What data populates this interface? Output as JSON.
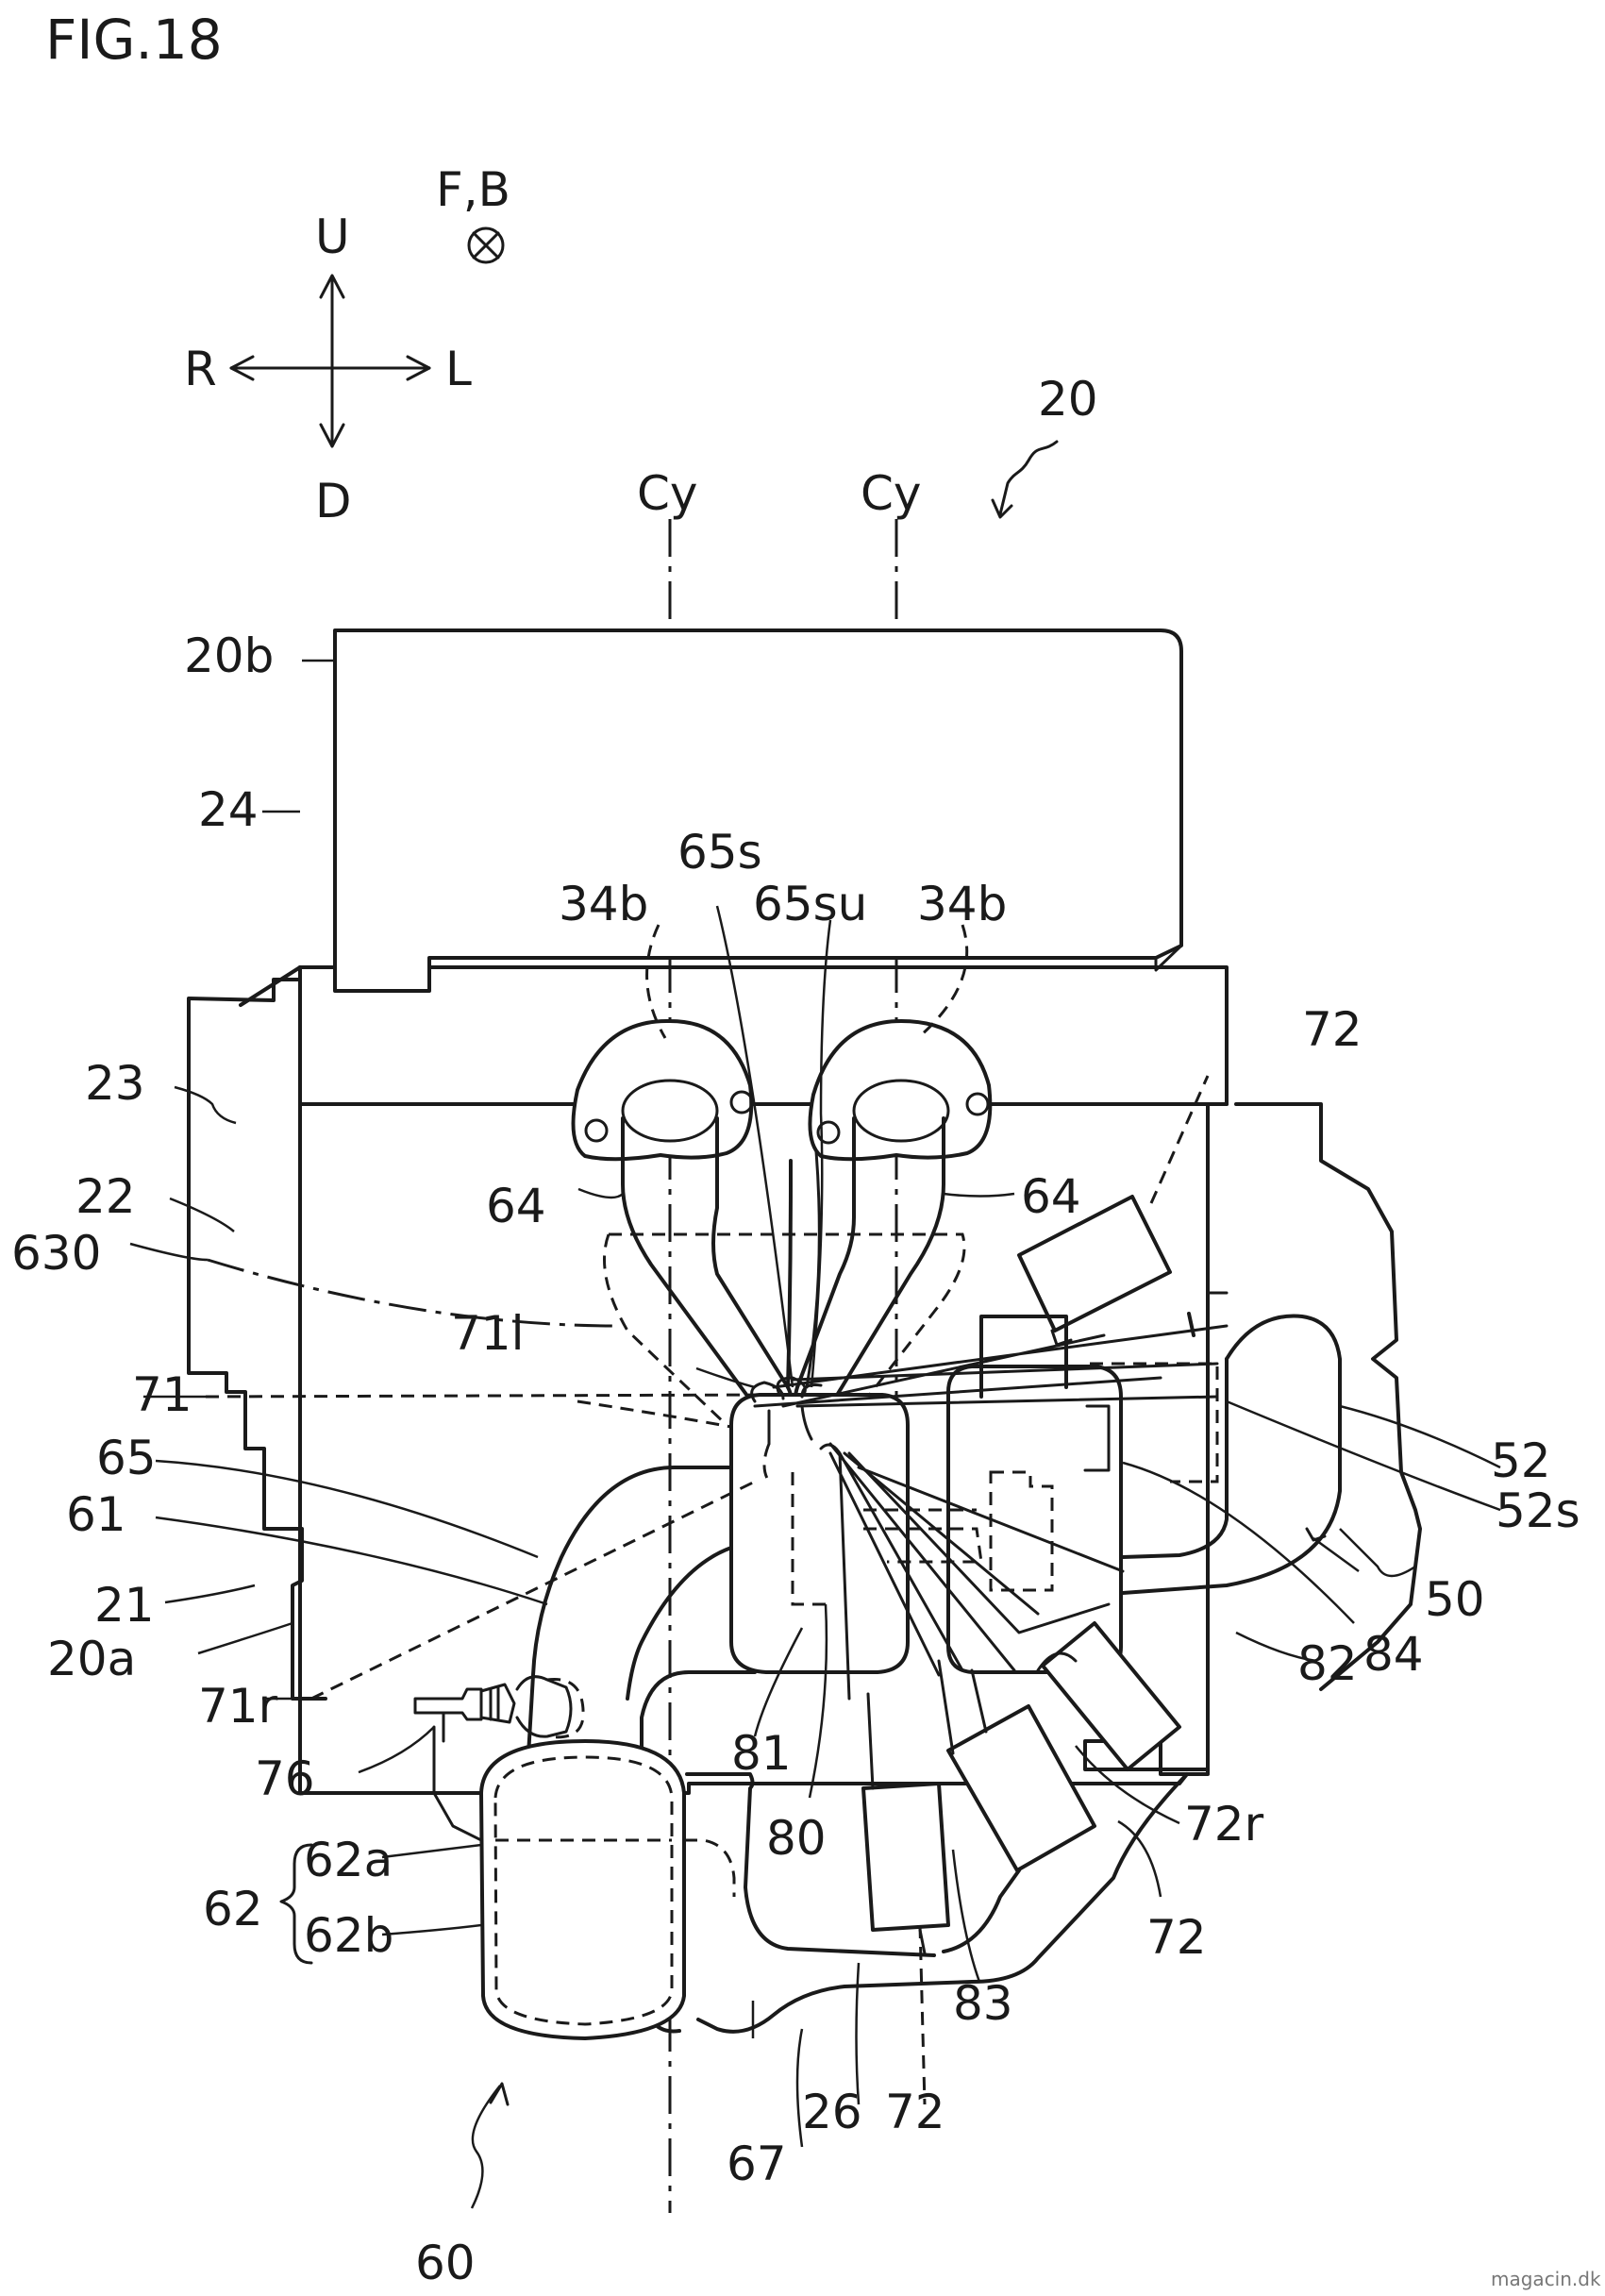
{
  "figure": {
    "title": "FIG.18"
  },
  "orientation": {
    "up": "U",
    "down": "D",
    "right": "R",
    "left": "L",
    "front_back": "F,B"
  },
  "axes": {
    "cylinder_left": "Cy",
    "cylinder_right": "Cy"
  },
  "labels": {
    "l20": "20",
    "l20b": "20b",
    "l24": "24",
    "l23": "23",
    "l22": "22",
    "l630": "630",
    "l71": "71",
    "l65": "65",
    "l61": "61",
    "l21": "21",
    "l20a": "20a",
    "l71r": "71r",
    "l76": "76",
    "l62": "62",
    "l62a": "62a",
    "l62b": "62b",
    "l60": "60",
    "l65s": "65s",
    "l65su": "65su",
    "l34b_left": "34b",
    "l34b_right": "34b",
    "l64_left": "64",
    "l64_right": "64",
    "l71l": "71l",
    "l72_top": "72",
    "l52": "52",
    "l52s": "52s",
    "l50": "50",
    "l84": "84",
    "l82": "82",
    "l81": "81",
    "l80": "80",
    "l72r": "72r",
    "l72_right": "72",
    "l83": "83",
    "l67": "67",
    "l26": "26",
    "l72_bottom": "72"
  },
  "watermark": "magacin.dk"
}
